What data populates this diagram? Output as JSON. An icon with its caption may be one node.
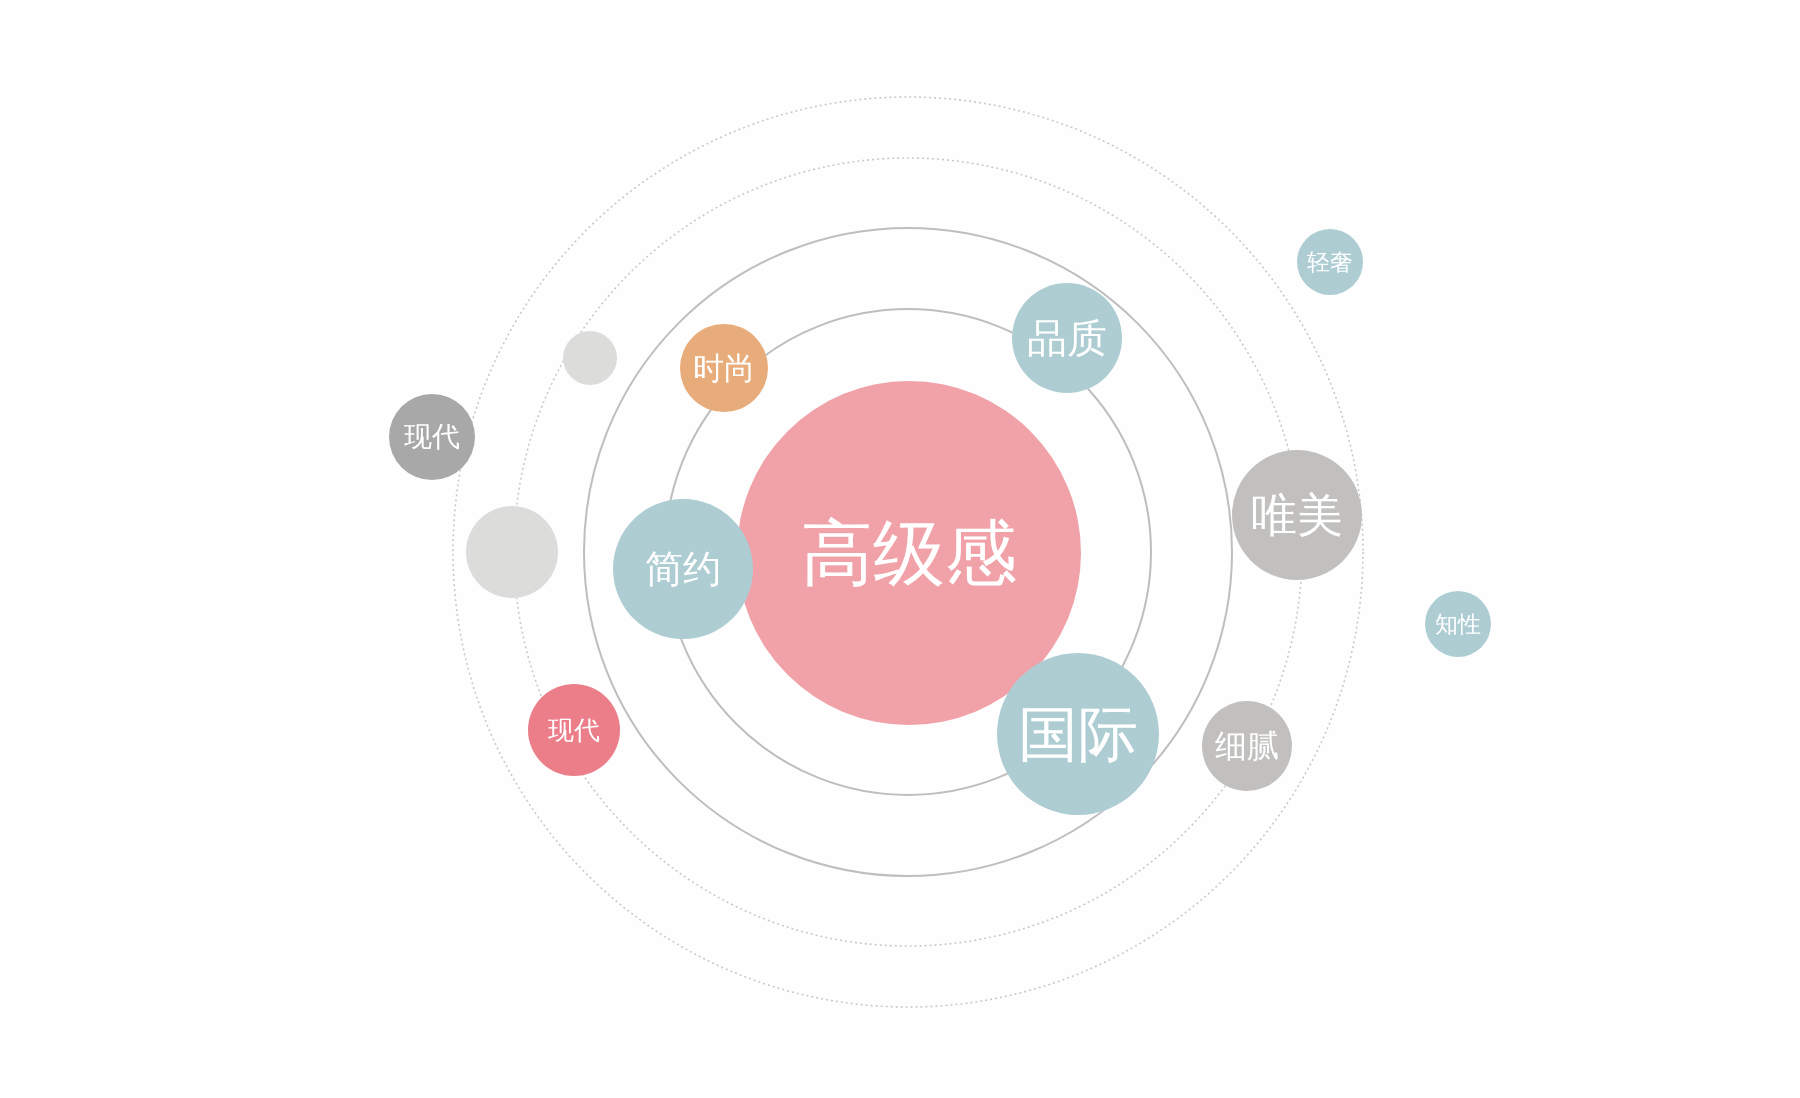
{
  "diagram": {
    "nodes": [
      {
        "text": [
          "轻奢"
        ]
      },
      {
        "text": [
          "品质"
        ]
      },
      {
        "text": [],
        "shape": "circle"
      },
      {
        "text": [
          "时尚"
        ]
      },
      {
        "text": [
          "现代"
        ]
      },
      {
        "text": [
          "唯美"
        ]
      },
      {
        "text": [],
        "shape": "circle"
      },
      {
        "text": [
          "高级感"
        ]
      },
      {
        "text": [
          "简约"
        ]
      },
      {
        "text": [
          "知性"
        ]
      },
      {
        "text": [
          "现代"
        ]
      },
      {
        "text": [
          "国际"
        ]
      },
      {
        "text": [
          "细腻"
        ]
      }
    ]
  }
}
